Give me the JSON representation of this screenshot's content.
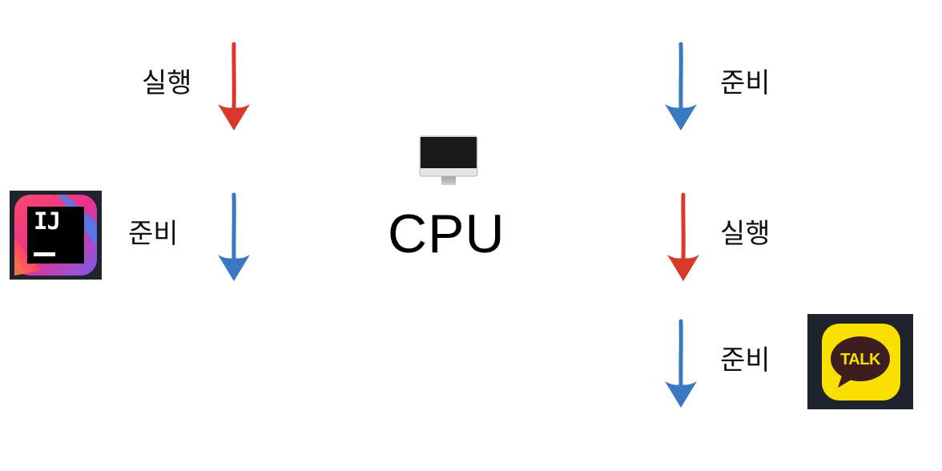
{
  "cpu": {
    "label": "CPU",
    "icon": "desktop-monitor-icon"
  },
  "left_process": {
    "app_icon": "intellij-idea-icon",
    "app_icon_text": "IJ",
    "steps": [
      {
        "label": "실행",
        "state": "running",
        "color": "#d9392a"
      },
      {
        "label": "준비",
        "state": "ready",
        "color": "#3a78c2"
      }
    ]
  },
  "right_process": {
    "app_icon": "kakaotalk-icon",
    "app_icon_text": "TALK",
    "steps": [
      {
        "label": "준비",
        "state": "ready",
        "color": "#3a78c2"
      },
      {
        "label": "실행",
        "state": "running",
        "color": "#d9392a"
      },
      {
        "label": "준비",
        "state": "ready",
        "color": "#3a78c2"
      }
    ]
  },
  "colors": {
    "running": "#d9392a",
    "ready": "#3a78c2",
    "kakao_yellow": "#f9e000",
    "icon_background": "#1f232b"
  }
}
